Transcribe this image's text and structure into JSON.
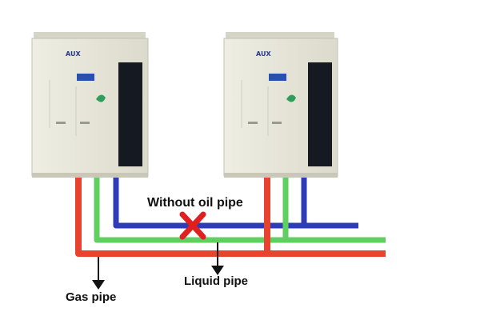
{
  "colors": {
    "unit_body": "#e6e4d7",
    "unit_shadow": "#c9c7b8",
    "panel_dark": "#151a22",
    "gas_pipe": "#e8432f",
    "liquid_pipe": "#5fcf60",
    "oil_pipe": "#2e3cb8",
    "cross": "#e02020",
    "label": "#111111"
  },
  "units": [
    {
      "brand": "AUX",
      "badge_icon": "green-leaf-icon"
    },
    {
      "brand": "AUX",
      "badge_icon": "green-leaf-icon"
    }
  ],
  "labels": {
    "oil_pipe": "Without oil pipe",
    "liquid_pipe": "Liquid pipe",
    "gas_pipe": "Gas pipe"
  }
}
